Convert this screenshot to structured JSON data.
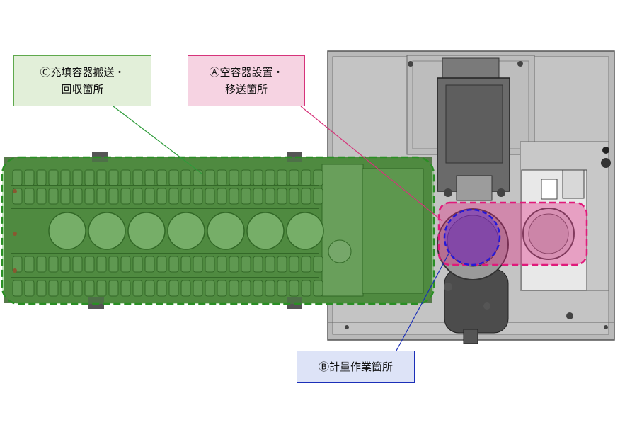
{
  "callouts": {
    "c": {
      "line1": "Ⓒ充填容器搬送・",
      "line2": "回収箇所",
      "color": "#2e9b3a"
    },
    "a": {
      "line1": "Ⓐ空容器設置・",
      "line2": "移送箇所",
      "color": "#d6337a"
    },
    "b": {
      "line1": "Ⓑ計量作業箇所",
      "color": "#1b2fb8"
    }
  },
  "machine": {
    "container_count": 7
  }
}
